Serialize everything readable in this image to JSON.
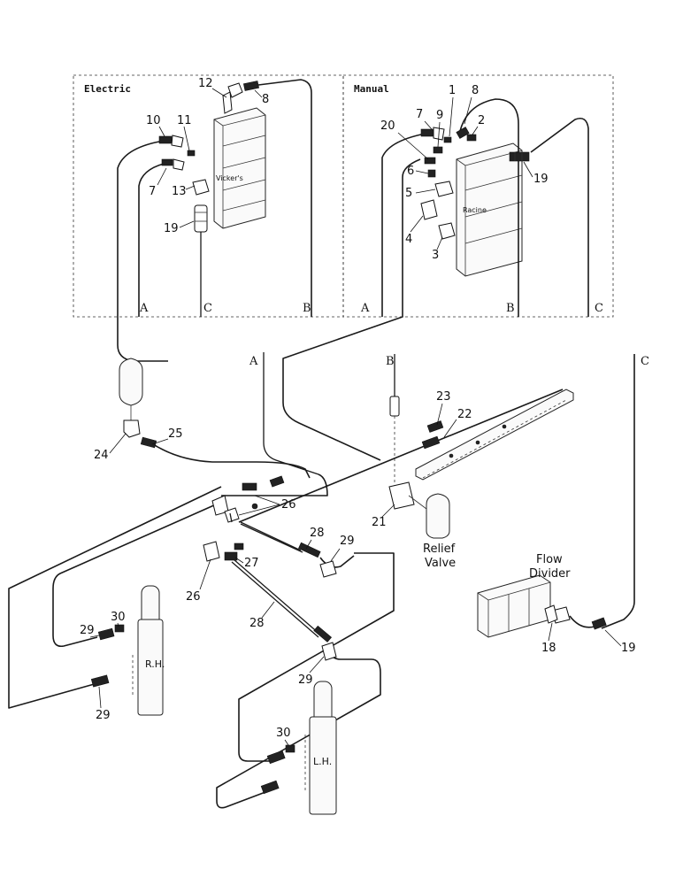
{
  "panels": {
    "electric": {
      "title": "Electric",
      "valve_label": "Vicker's"
    },
    "manual": {
      "title": "Manual",
      "valve_label": "Racine"
    }
  },
  "line_labels": {
    "electric_a": "A",
    "electric_c": "C",
    "electric_b": "B",
    "manual_a": "A",
    "manual_b": "B",
    "manual_c": "C",
    "mid_a": "A",
    "mid_b": "B",
    "right_c": "C"
  },
  "components": {
    "relief_valve": [
      "Relief",
      "Valve"
    ],
    "flow_divider": [
      "Flow",
      "Divider"
    ],
    "rh_cylinder": "R.H.",
    "lh_cylinder": "L.H."
  },
  "callouts": {
    "c1": "1",
    "c2": "2",
    "c3": "3",
    "c4": "4",
    "c5": "5",
    "c6": "6",
    "c7m": "7",
    "c8m": "8",
    "c9": "9",
    "c20": "20",
    "c19m": "19",
    "c12": "12",
    "c8e": "8",
    "c10": "10",
    "c11": "11",
    "c7e": "7",
    "c13": "13",
    "c19e": "19",
    "c23": "23",
    "c22": "22",
    "c24": "24",
    "c25": "25",
    "c26a": "26",
    "c21": "21",
    "c28a": "28",
    "c29a": "29",
    "c27": "27",
    "c26b": "26",
    "c28b": "28",
    "c29b": "29",
    "c29c": "29",
    "c30a": "30",
    "c29d": "29",
    "c30b": "30",
    "c18": "18",
    "c19f": "19"
  }
}
